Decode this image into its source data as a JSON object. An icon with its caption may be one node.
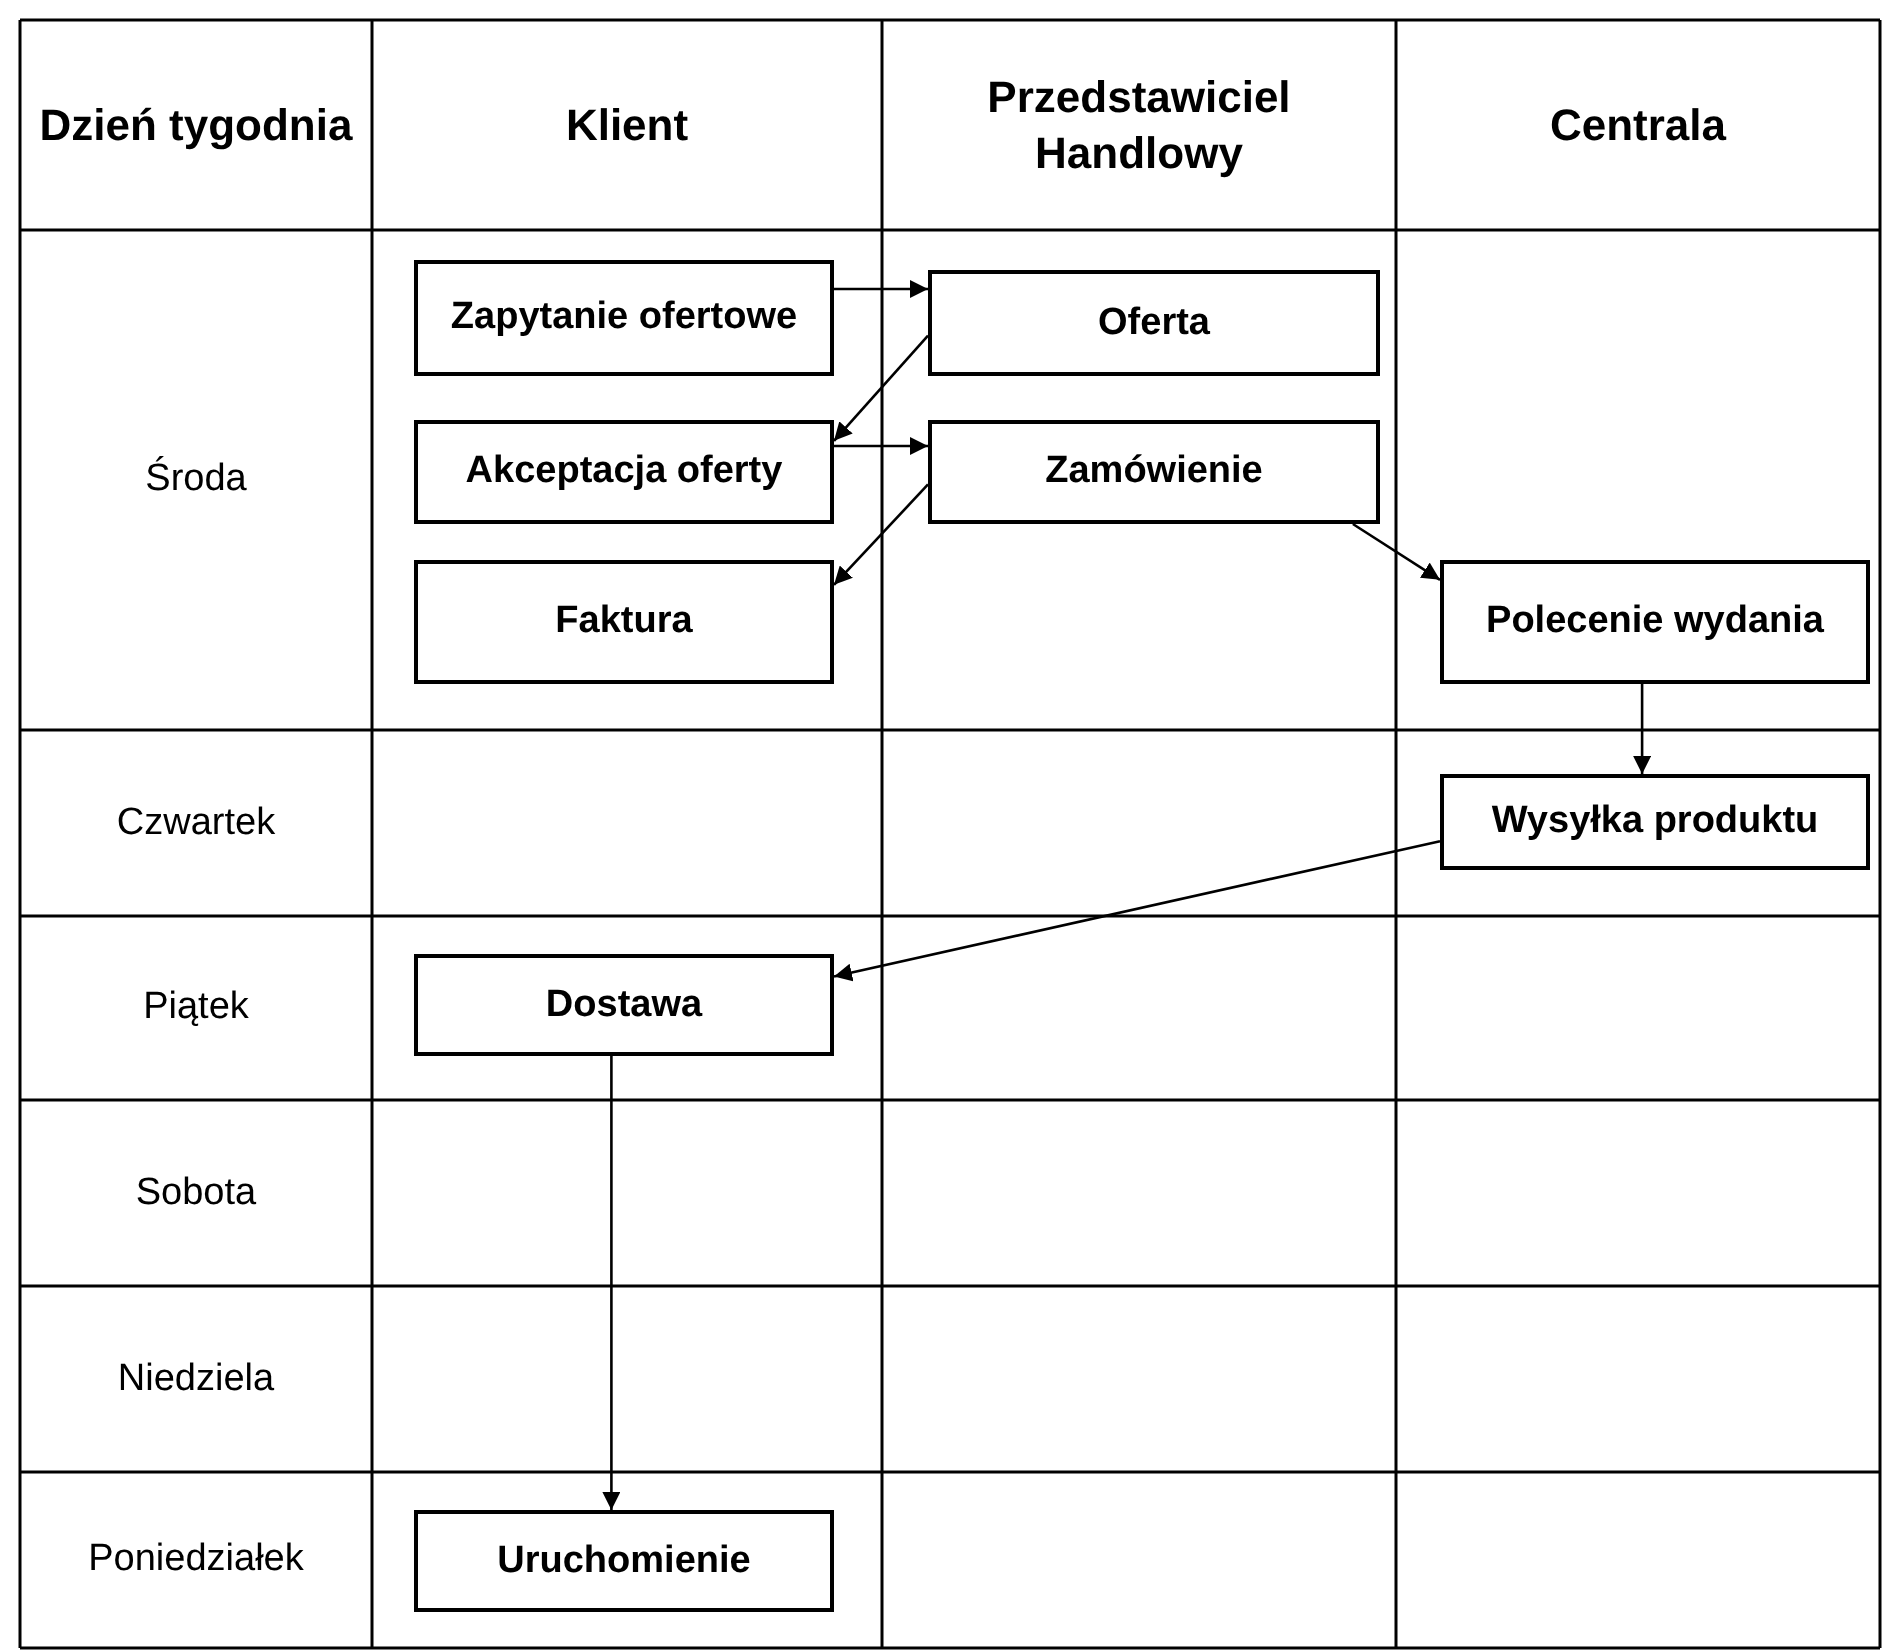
{
  "diagram": {
    "nodes": [
      {
        "text": [
          "Zapytanie ofertowe"
        ]
      },
      {
        "text": [
          "Oferta"
        ]
      },
      {
        "text": [
          "Akceptacja oferty"
        ]
      },
      {
        "text": [
          "Zamówienie"
        ]
      },
      {
        "text": [
          "Faktura"
        ]
      },
      {
        "text": [
          "Polecenie wydania"
        ]
      },
      {
        "text": [
          "Wysyłka produktu"
        ]
      },
      {
        "text": [
          "Dostawa"
        ]
      },
      {
        "text": [
          "Uruchomienie"
        ]
      }
    ],
    "edges": [
      {
        "from": 0,
        "to": 1,
        "arrow": "to"
      },
      {
        "from": 1,
        "to": 2,
        "arrow": "to"
      },
      {
        "from": 2,
        "to": 3,
        "arrow": "to"
      },
      {
        "from": 3,
        "to": 4,
        "arrow": "to"
      },
      {
        "from": 3,
        "to": 5,
        "arrow": "to"
      },
      {
        "from": 5,
        "to": 6,
        "arrow": "to"
      },
      {
        "from": 6,
        "to": 7,
        "arrow": "to"
      },
      {
        "from": 7,
        "to": 8,
        "arrow": "to"
      }
    ],
    "labels": [
      "Dzień tygodnia",
      "Klient",
      "Przedstawiciel Handlowy",
      "Centrala",
      "Środa",
      "Czwartek",
      "Piątek",
      "Sobota",
      "Niedziela",
      "Poniedziałek"
    ]
  }
}
